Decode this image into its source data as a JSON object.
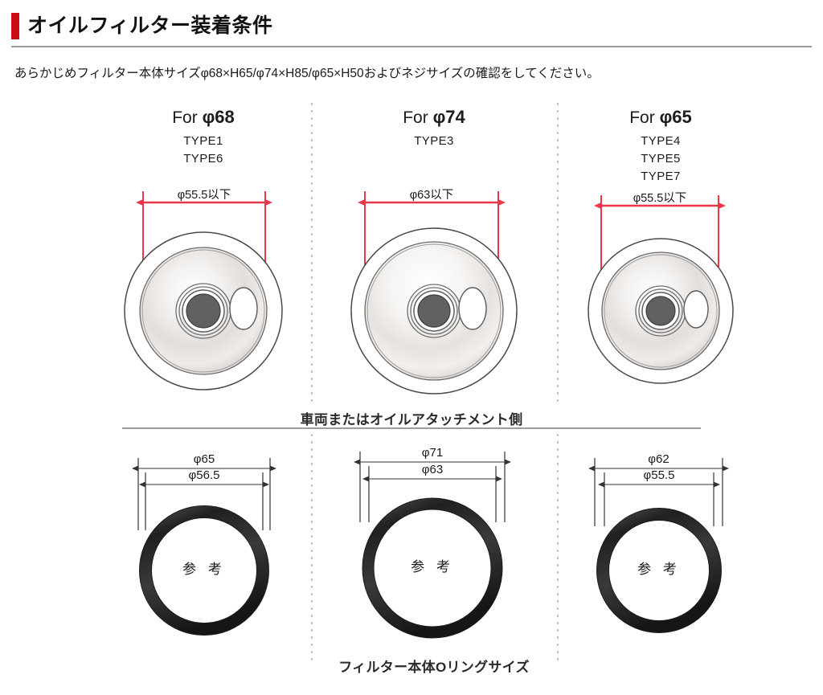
{
  "header": {
    "title": "オイルフィルター装着条件",
    "accent_color": "#cc0a16",
    "rule_color": "#9a9a9a"
  },
  "subtitle": "あらかじめフィルター本体サイズφ68×H65/φ74×H85/φ65×H50およびネジサイズの確認をしてください。",
  "diagram": {
    "dimension_line_color_top": "#e8384a",
    "dimension_line_color_bottom": "#333333",
    "divider_color": "#b0b0b0",
    "center_hole_color": "#616161",
    "oring_color": "#2b2b2b",
    "top_caption": "車両またはオイルアタッチメント側",
    "bottom_caption": "フィルター本体Oリングサイズ",
    "columns": [
      {
        "heading_prefix": "For ",
        "heading_value": "φ68",
        "types": [
          "TYPE1",
          "TYPE6"
        ],
        "filter_dimension": "φ55.5以下",
        "oring_outer": "φ65",
        "oring_inner": "φ56.5",
        "oring_note": "参 考"
      },
      {
        "heading_prefix": "For ",
        "heading_value": "φ74",
        "types": [
          "TYPE3"
        ],
        "filter_dimension": "φ63以下",
        "oring_outer": "φ71",
        "oring_inner": "φ63",
        "oring_note": "参 考"
      },
      {
        "heading_prefix": "For ",
        "heading_value": "φ65",
        "types": [
          "TYPE4",
          "TYPE5",
          "TYPE7"
        ],
        "filter_dimension": "φ55.5以下",
        "oring_outer": "φ62",
        "oring_inner": "φ55.5",
        "oring_note": "参 考"
      }
    ]
  }
}
